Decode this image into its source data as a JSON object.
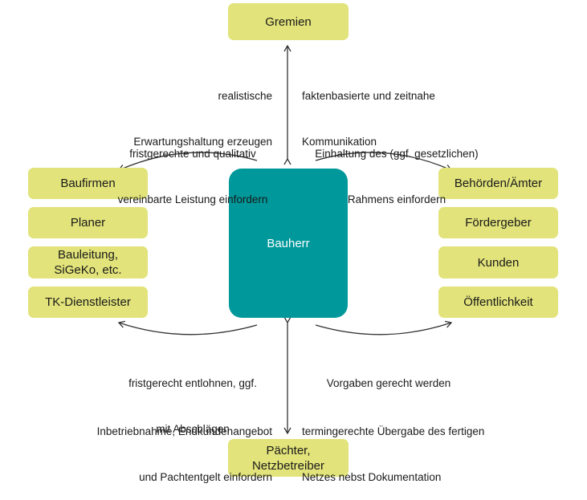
{
  "colors": {
    "box_fill": "#e2e37a",
    "center_fill": "#00989a",
    "arrow": "#333333"
  },
  "center": "Bauherr",
  "top_box": "Gremien",
  "bottom_box": {
    "line1": "Pächter,",
    "line2": "Netzbetreiber"
  },
  "left_boxes": [
    {
      "line1": "Baufirmen"
    },
    {
      "line1": "Planer"
    },
    {
      "line1": "Bauleitung,",
      "line2": "SiGeKo, etc."
    },
    {
      "line1": "TK-Dienstleister"
    }
  ],
  "right_boxes": [
    {
      "line1": "Behörden/Ämter"
    },
    {
      "line1": "Fördergeber"
    },
    {
      "line1": "Kunden"
    },
    {
      "line1": "Öffentlichkeit"
    }
  ],
  "labels": {
    "top_left": {
      "line1": "realistische",
      "line2": "Erwartungshaltung erzeugen"
    },
    "top_right": {
      "line1": "faktenbasierte und zeitnahe",
      "line2": "Kommunikation"
    },
    "upper_left": {
      "line1": "fristgerechte und qualitativ",
      "line2": "vereinbarte Leistung einfordern"
    },
    "upper_right": {
      "line1": "Einhaltung des (ggf. gesetzlichen)",
      "line2": "Rahmens einfordern"
    },
    "lower_left": {
      "line1": "fristgerecht entlohnen, ggf.",
      "line2": "mit Abschlägen"
    },
    "lower_right": {
      "line1": "Vorgaben gerecht werden"
    },
    "bottom_left": {
      "line1": "Inbetriebnahme, Endkundenangebot",
      "line2": "und Pachtentgelt einfordern"
    },
    "bottom_right": {
      "line1": "termingerechte Übergabe des fertigen",
      "line2": "Netzes nebst Dokumentation"
    }
  }
}
